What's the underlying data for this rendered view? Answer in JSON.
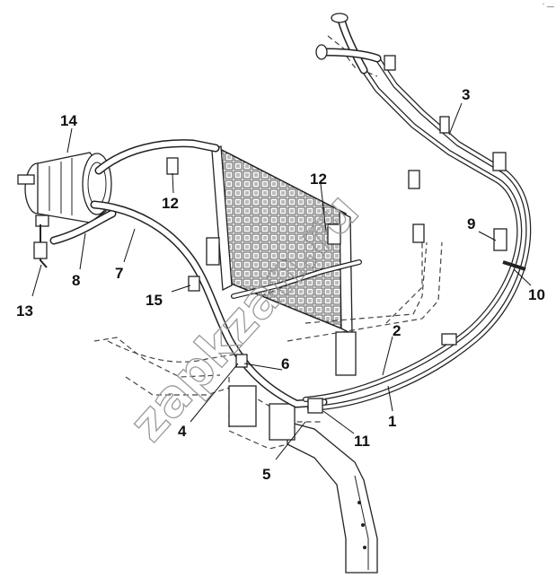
{
  "corner_mark": "´ —",
  "watermark": "zapkzan.ru",
  "callouts": [
    {
      "id": "1",
      "label": "1"
    },
    {
      "id": "2",
      "label": "2"
    },
    {
      "id": "3",
      "label": "3"
    },
    {
      "id": "4",
      "label": "4"
    },
    {
      "id": "5",
      "label": "5"
    },
    {
      "id": "6",
      "label": "6"
    },
    {
      "id": "7",
      "label": "7"
    },
    {
      "id": "8",
      "label": "8"
    },
    {
      "id": "9",
      "label": "9"
    },
    {
      "id": "10",
      "label": "10"
    },
    {
      "id": "11",
      "label": "11"
    },
    {
      "id": "12a",
      "label": "12"
    },
    {
      "id": "12b",
      "label": "12"
    },
    {
      "id": "13",
      "label": "13"
    },
    {
      "id": "14",
      "label": "14"
    },
    {
      "id": "15",
      "label": "15"
    }
  ]
}
